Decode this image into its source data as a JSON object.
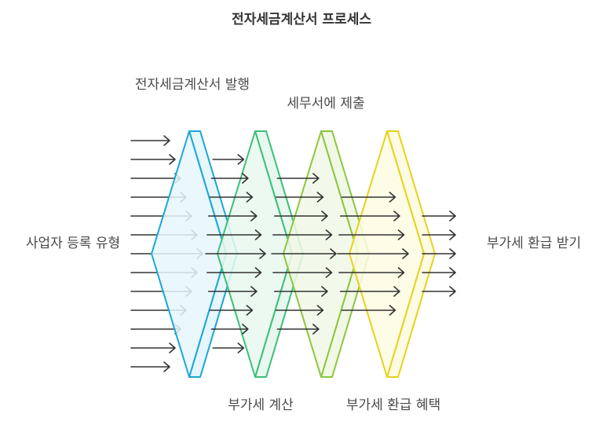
{
  "title": "전자세금계산서 프로세스",
  "input_label": "사업자 등록 유형",
  "output_label": "부가세 환급 받기",
  "stages": [
    {
      "label": "전자세금계산서 발행",
      "color": "#1ba6d6",
      "fill": "#e6f6fc"
    },
    {
      "label": "부가세 계산",
      "color": "#3cbf79",
      "fill": "#e8f8ef"
    },
    {
      "label": "세무서에 제출",
      "color": "#8cc63f",
      "fill": "#f1f8e6"
    },
    {
      "label": "부가세 환급 혜택",
      "color": "#e6d21b",
      "fill": "#fdfbe3"
    }
  ],
  "arrow_color": "#333333"
}
